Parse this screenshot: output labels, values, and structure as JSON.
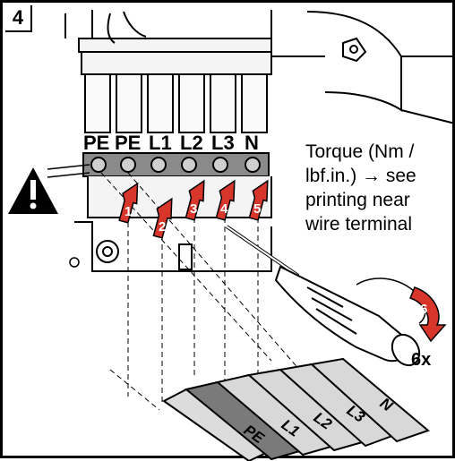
{
  "step": "4",
  "terminals": [
    "PE",
    "PE",
    "L1",
    "L2",
    "L3",
    "N"
  ],
  "note_lines": [
    "Torque (Nm /",
    "lbf.in.) → see",
    "printing near",
    "wire terminal"
  ],
  "arrow_numbers": [
    "1",
    "2",
    "3",
    "4",
    "5"
  ],
  "rotation_number": "6",
  "repeat_count": "6x",
  "wire_labels": [
    "PE",
    "L1",
    "L2",
    "L3",
    "N"
  ],
  "warning_icon": "warning-triangle-icon",
  "colors": {
    "arrow": "#d9362b",
    "terminal_bar": "#8a8a8a",
    "wire_pe": "#7a7a7a",
    "wire": "#d8d8d8"
  }
}
